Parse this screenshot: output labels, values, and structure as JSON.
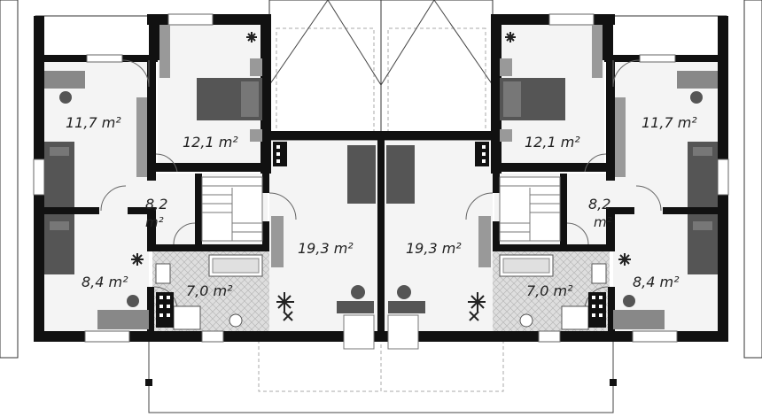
{
  "plan": {
    "rooms_left": {
      "bedroom_top": "11,7 m²",
      "bedroom_mid": "12,1 m²",
      "hall": "8,2",
      "hall_unit": "m²",
      "bedroom_bottom": "8,4 m²",
      "bathroom": "7,0 m²",
      "living": "19,3 m²"
    },
    "rooms_right": {
      "bedroom_top": "11,7 m²",
      "bedroom_mid": "12,1 m²",
      "hall": "8,2",
      "hall_unit": "m²",
      "bedroom_bottom": "8,4 m²",
      "bathroom": "7,0 m²",
      "living": "19,3 m²"
    }
  },
  "colors": {
    "wall": "#111111",
    "floor": "#f4f4f4",
    "furniture_dark": "#555555",
    "furniture_mid": "#9a9a9a",
    "tile": "#dadada"
  }
}
